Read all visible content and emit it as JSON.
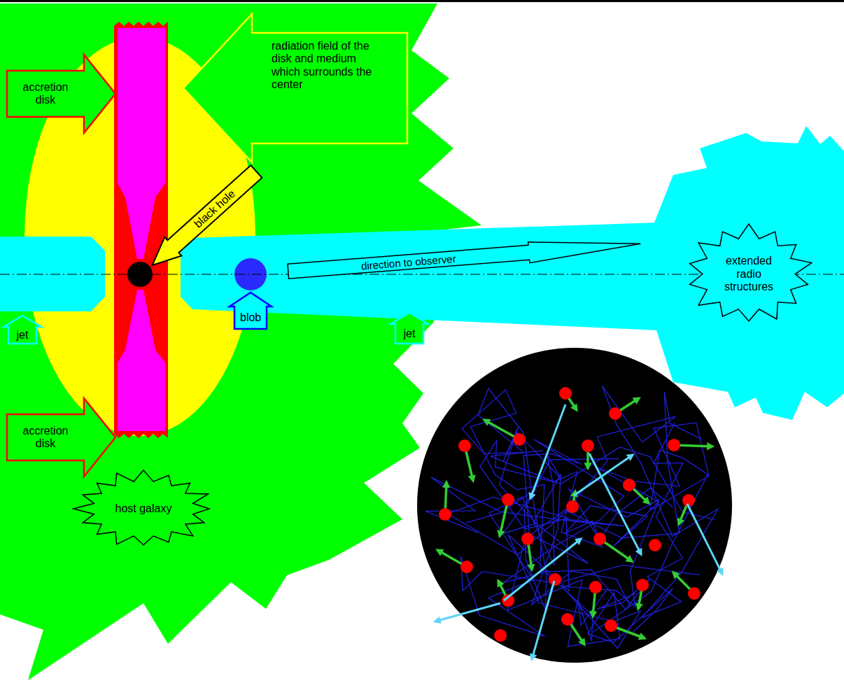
{
  "diagram": {
    "nodes": [
      {
        "text": [
          "accretion disk"
        ]
      },
      {
        "text": [
          "radiation field of the disk and medium which surrounds the center"
        ]
      },
      {
        "text": [
          "black hole"
        ]
      },
      {
        "text": [
          "extended radio structures"
        ]
      },
      {
        "text": [
          "direction to observer"
        ]
      },
      {
        "text": [
          "blob"
        ]
      },
      {
        "text": [
          "jet"
        ]
      },
      {
        "text": [
          "jet"
        ]
      },
      {
        "text": [
          "accretion disk"
        ]
      },
      {
        "text": [
          "host galaxy"
        ]
      }
    ]
  }
}
